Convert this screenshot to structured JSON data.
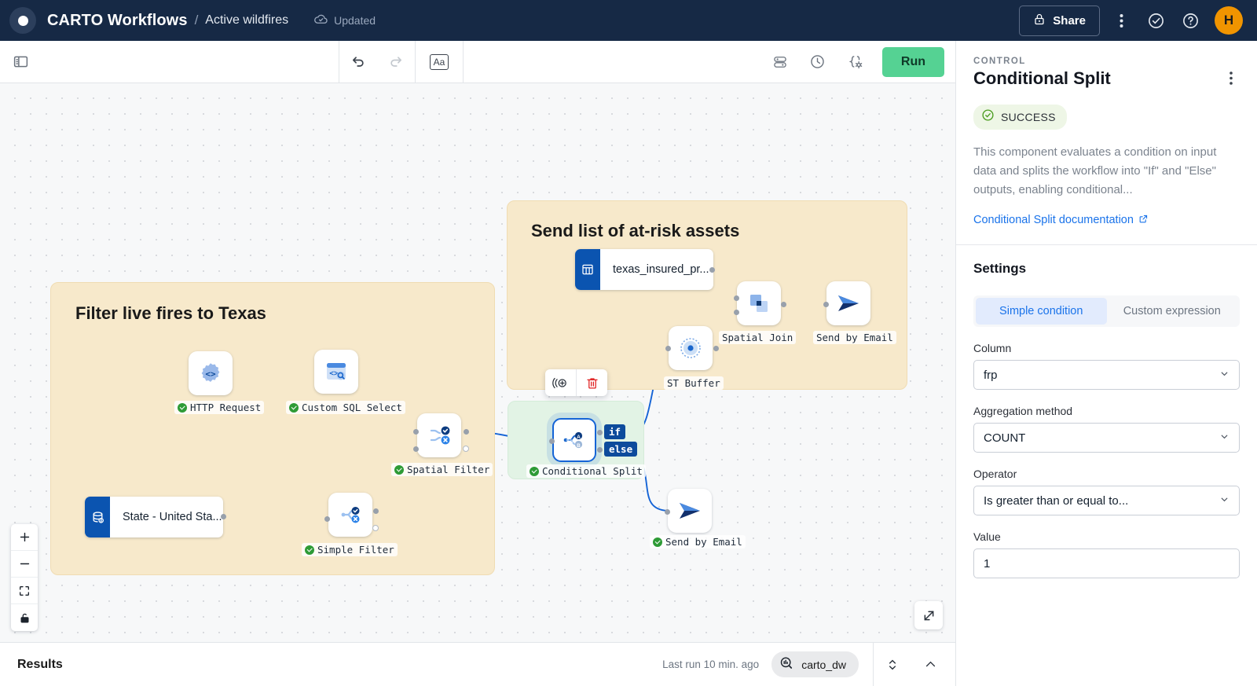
{
  "topbar": {
    "app_title": "CARTO Workflows",
    "separator": "/",
    "workflow_name": "Active wildfires",
    "updated_label": "Updated",
    "share_label": "Share",
    "avatar_initial": "H",
    "accent_orange": "#f09400",
    "bg": "#162945"
  },
  "toolbar": {
    "run_label": "Run",
    "text_tool_label": "Aa"
  },
  "canvas": {
    "groups": [
      {
        "title": "Filter live fires to Texas"
      },
      {
        "title": "Send list of at-risk assets"
      },
      {
        "title": ""
      }
    ],
    "nodes": [
      {
        "label": "HTTP Request",
        "status": "success"
      },
      {
        "label": "Custom SQL Select",
        "status": "success"
      },
      {
        "label": "Spatial Filter",
        "status": "success"
      },
      {
        "label": "Simple Filter",
        "status": "success"
      },
      {
        "label": "Conditional Split",
        "status": "success"
      },
      {
        "label": "Spatial Join",
        "status": "none"
      },
      {
        "label": "Send by Email",
        "status": "none"
      },
      {
        "label": "ST Buffer",
        "status": "none"
      },
      {
        "label": "Send by Email",
        "status": "success"
      }
    ],
    "sources": [
      {
        "label": "State - United Sta...",
        "icon": "database-icon"
      },
      {
        "label": "texas_insured_pr...",
        "icon": "table-icon"
      }
    ],
    "split_ports": {
      "if": "if",
      "else": "else"
    }
  },
  "results": {
    "title": "Results",
    "last_run": "Last run 10 min. ago",
    "connection": "carto_dw"
  },
  "panel": {
    "kicker": "CONTROL",
    "title": "Conditional Split",
    "status": "SUCCESS",
    "status_color": "#4a9c1f",
    "description": "This component evaluates a condition on input data and splits the workflow into \"If\" and \"Else\" outputs, enabling conditional...",
    "doc_link": "Conditional Split documentation",
    "settings_heading": "Settings",
    "tabs": [
      {
        "label": "Simple condition",
        "active": true
      },
      {
        "label": "Custom expression",
        "active": false
      }
    ],
    "fields": [
      {
        "label": "Column",
        "value": "frp",
        "type": "select"
      },
      {
        "label": "Aggregation method",
        "value": "COUNT",
        "type": "select"
      },
      {
        "label": "Operator",
        "value": "Is greater than or equal to...",
        "type": "select"
      },
      {
        "label": "Value",
        "value": "1",
        "type": "text"
      }
    ]
  }
}
